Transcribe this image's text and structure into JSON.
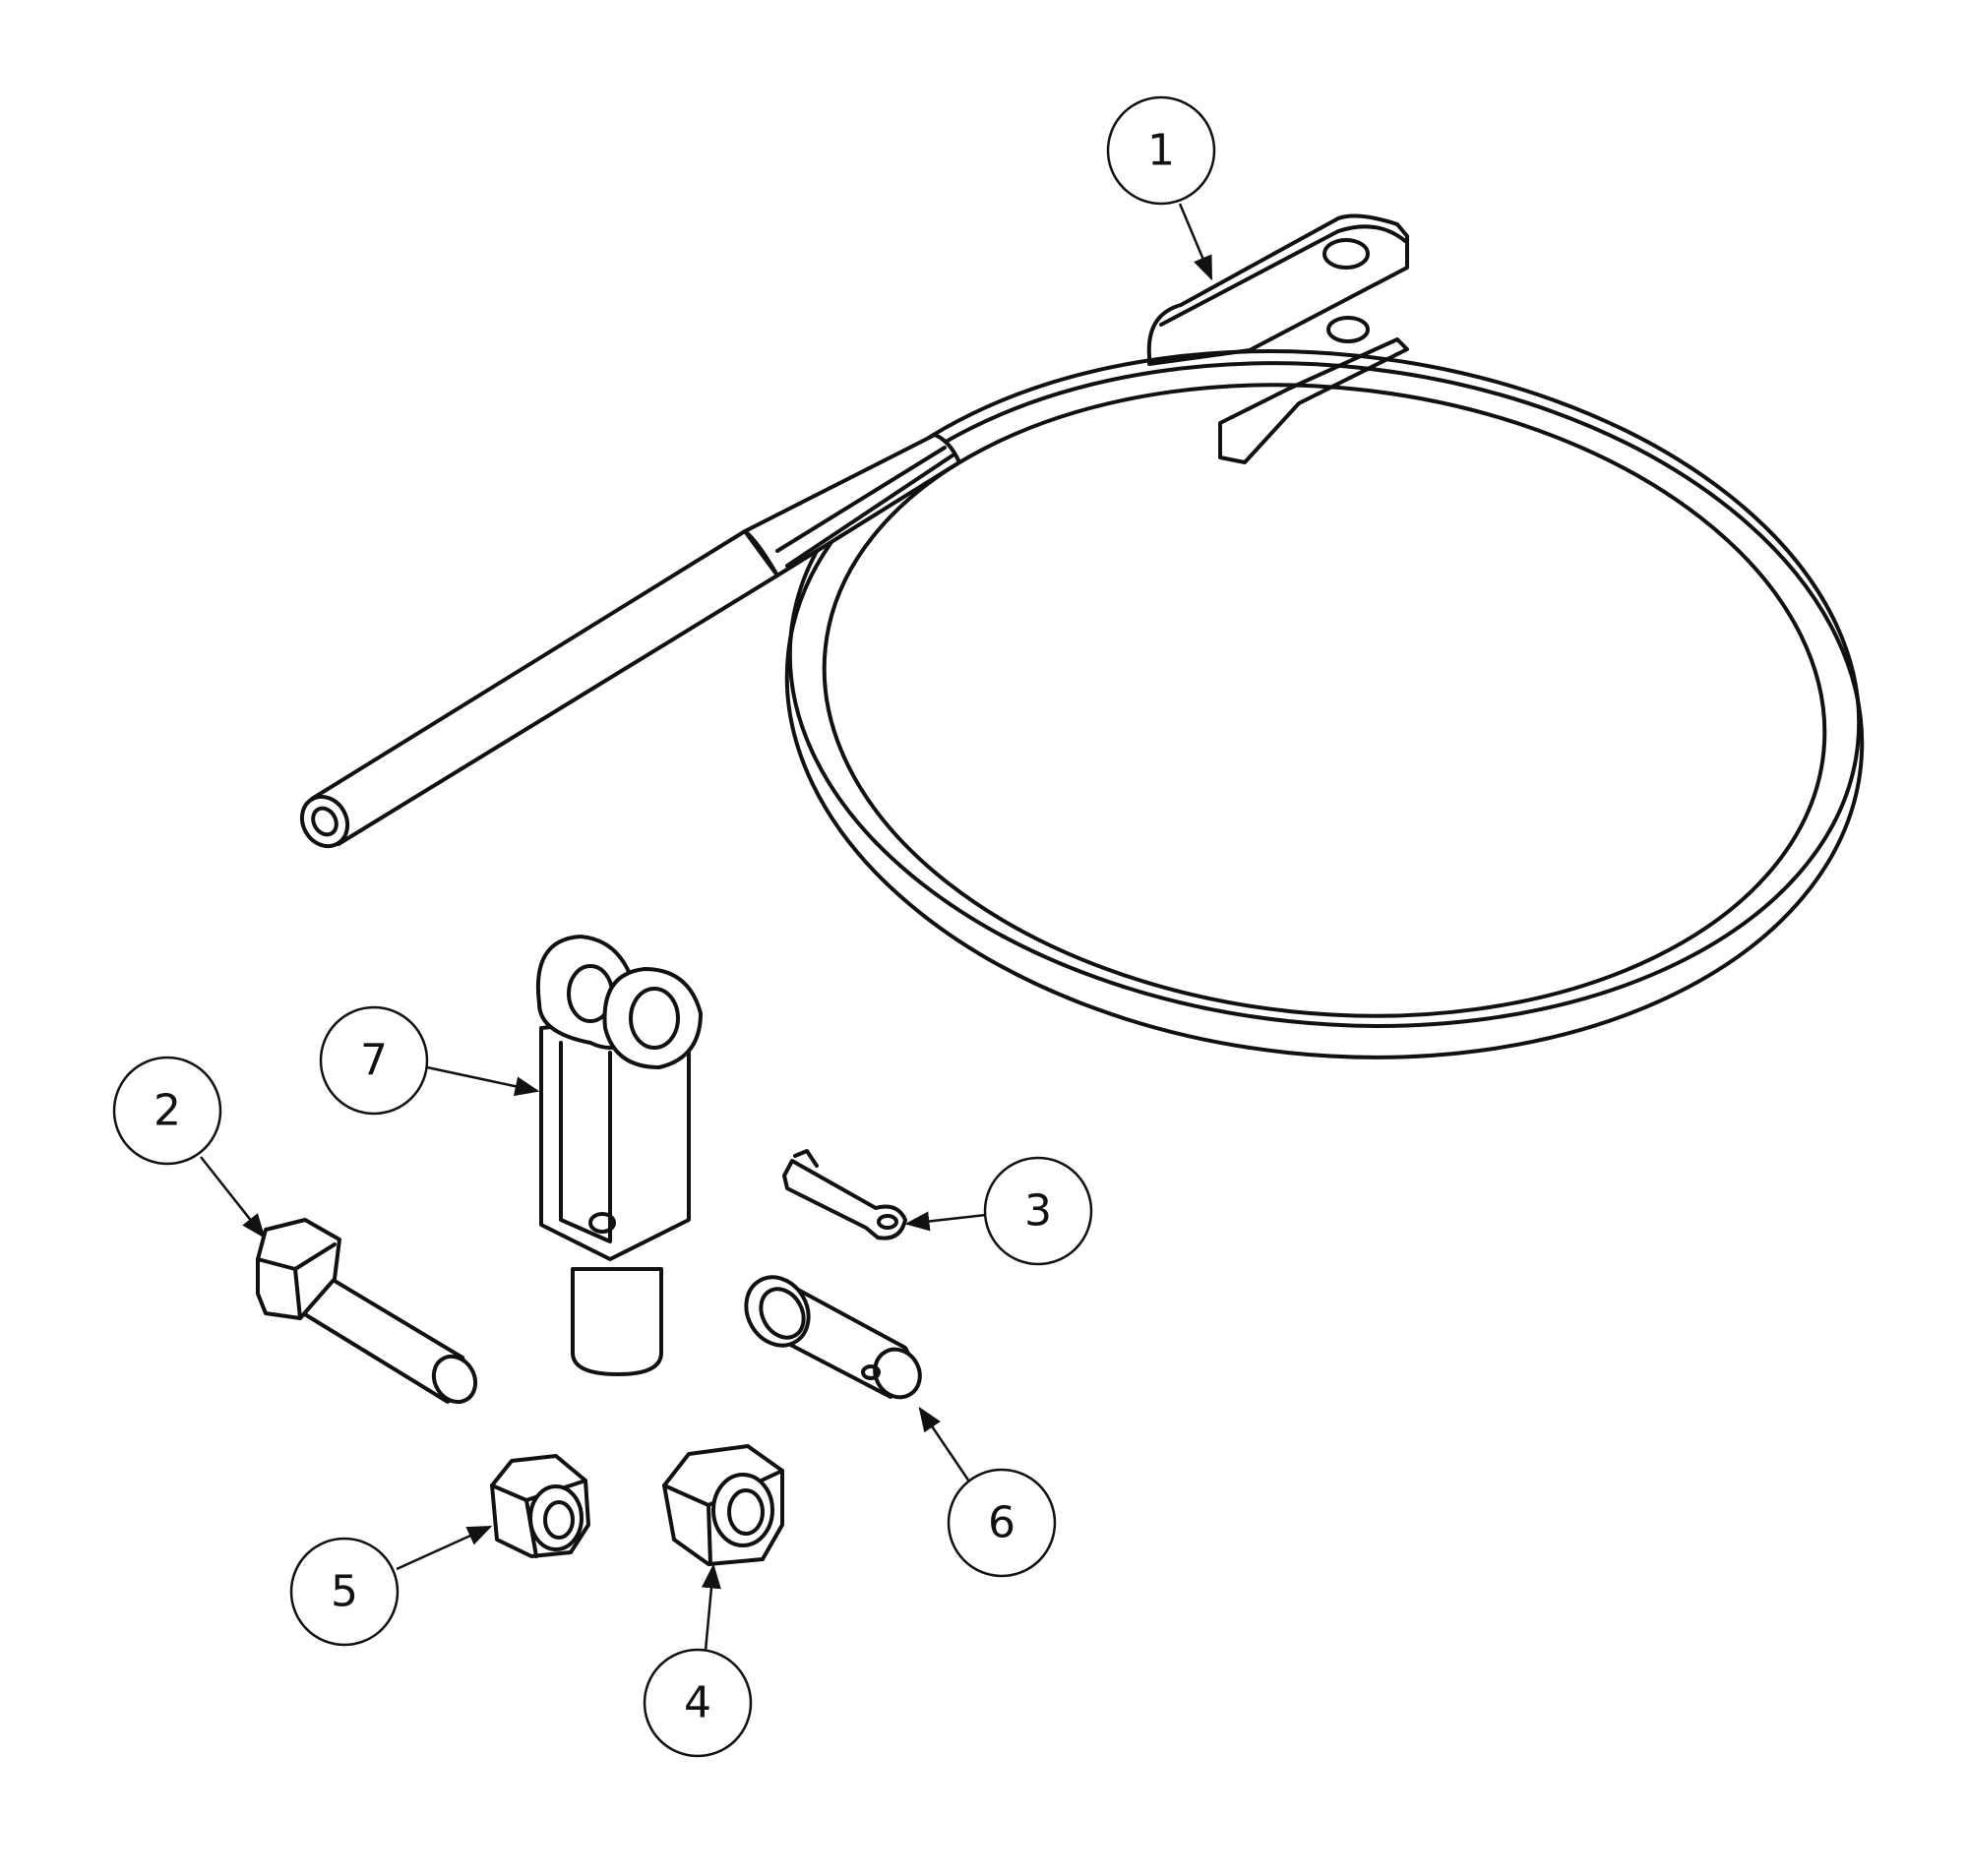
{
  "diagram": {
    "type": "exploded parts view",
    "line_color": "#111111",
    "background": "#ffffff",
    "callouts": [
      {
        "label": "1",
        "part": "cable-assembly"
      },
      {
        "label": "2",
        "part": "bolt"
      },
      {
        "label": "3",
        "part": "cotter-pin"
      },
      {
        "label": "4",
        "part": "hex-nut"
      },
      {
        "label": "5",
        "part": "lock-nut"
      },
      {
        "label": "6",
        "part": "clevis-pin"
      },
      {
        "label": "7",
        "part": "clevis"
      }
    ]
  }
}
